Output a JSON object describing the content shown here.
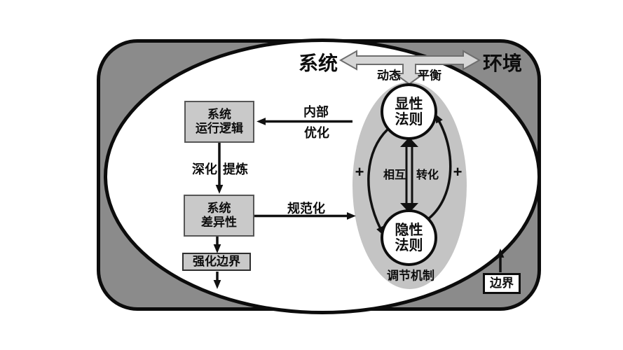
{
  "diagram": {
    "top": {
      "system_label": "系统",
      "environment_label": "环境",
      "dynamic_label": "动态",
      "balance_label": "平衡"
    },
    "boxes": {
      "logic": {
        "line1": "系统",
        "line2": "运行逻辑"
      },
      "difference": {
        "line1": "系统",
        "line2": "差异性"
      },
      "strengthen_boundary": "强化边界",
      "boundary": "边界"
    },
    "circles": {
      "explicit": {
        "line1": "显性",
        "line2": "法则"
      },
      "implicit": {
        "line1": "隐性",
        "line2": "法则"
      }
    },
    "arrow_labels": {
      "internal_line1": "内部",
      "internal_line2": "优化",
      "deepen": "深化",
      "refine": "提炼",
      "normalize": "规范化",
      "mutual": "相互",
      "transform": "转化",
      "plus_left": "+",
      "plus_right": "+",
      "mechanism": "调节机制"
    },
    "colors": {
      "outer_fill": "#8b8b8b",
      "inner_ellipse_fill": "#c4c4c4",
      "box_fill": "#c9c9c9",
      "big_arrow_fill": "#d6d6d6",
      "line_color": "#111111"
    }
  }
}
